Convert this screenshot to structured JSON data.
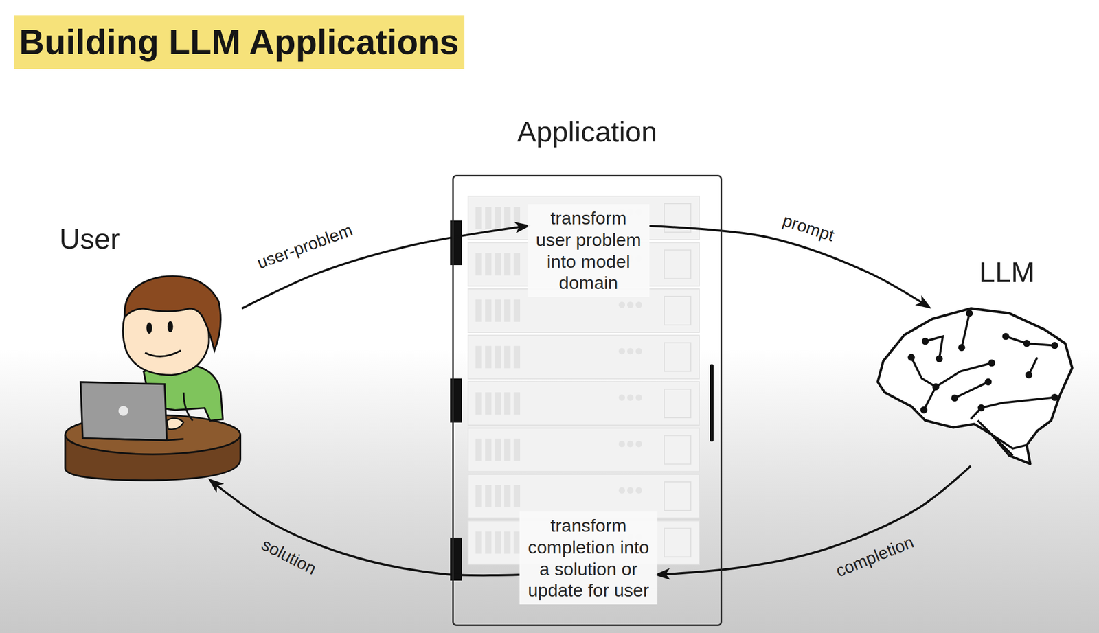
{
  "diagram": {
    "title": "Building LLM Applications",
    "nodes": [
      {
        "text": [
          "User"
        ]
      },
      {
        "text": [
          "Application"
        ]
      },
      {
        "text": [
          "transform user problem into model domain"
        ],
        "in": 1
      },
      {
        "text": [
          "transform completion into a solution or update for user"
        ],
        "in": 1
      },
      {
        "text": [
          "LLM"
        ]
      }
    ],
    "edges": [
      {
        "from": 0,
        "to": 2,
        "label": "user-problem",
        "arrow": "to"
      },
      {
        "from": 2,
        "to": 4,
        "label": "prompt",
        "arrow": "to"
      },
      {
        "from": 4,
        "to": 3,
        "label": "completion",
        "arrow": "to"
      },
      {
        "from": 3,
        "to": 0,
        "label": "solution",
        "arrow": "to"
      }
    ]
  }
}
